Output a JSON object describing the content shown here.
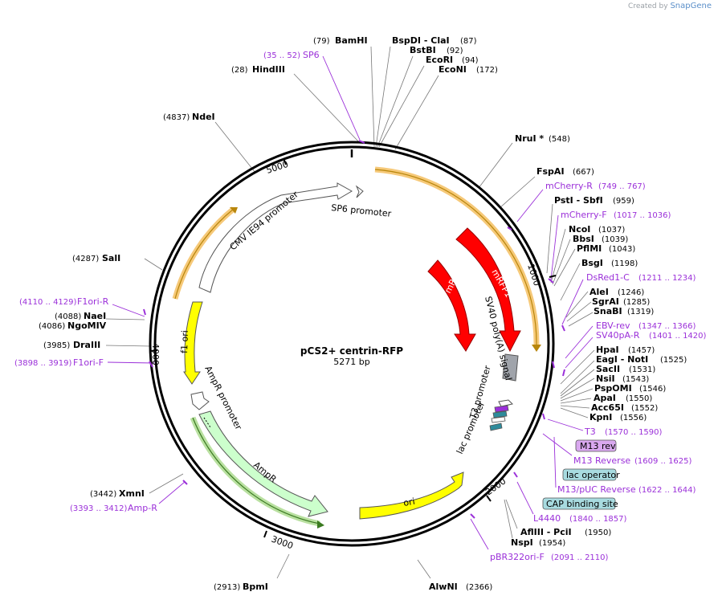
{
  "watermark": {
    "prefix": "Created by",
    "brand": "SnapGene"
  },
  "plasmid": {
    "name": "pCS2+ centrin-RFP",
    "length": "5271 bp"
  },
  "ticks": [
    "1000",
    "2000",
    "3000",
    "4000",
    "5000"
  ],
  "sites": [
    {
      "pos": "(79)",
      "name": "BamHI"
    },
    {
      "pos": "(87)",
      "name": "BspDI - ClaI"
    },
    {
      "pos": "(92)",
      "name": "BstBI"
    },
    {
      "pos": "(94)",
      "name": "EcoRI"
    },
    {
      "pos": "(172)",
      "name": "EcoNI"
    },
    {
      "pos": "(28)",
      "name": "HindIII"
    },
    {
      "pos": "(4837)",
      "name": "NdeI"
    },
    {
      "pos": "(548)",
      "name": "NruI *"
    },
    {
      "pos": "(667)",
      "name": "FspAI"
    },
    {
      "pos": "(959)",
      "name": "PstI - SbfI"
    },
    {
      "pos": "(1037)",
      "name": "NcoI"
    },
    {
      "pos": "(1039)",
      "name": "BbsI"
    },
    {
      "pos": "(1043)",
      "name": "PflMI"
    },
    {
      "pos": "(1198)",
      "name": "BsgI"
    },
    {
      "pos": "(1246)",
      "name": "AleI"
    },
    {
      "pos": "(1285)",
      "name": "SgrAI"
    },
    {
      "pos": "(1319)",
      "name": "SnaBI"
    },
    {
      "pos": "(1457)",
      "name": "HpaI"
    },
    {
      "pos": "(1525)",
      "name": "EagI - NotI"
    },
    {
      "pos": "(1531)",
      "name": "SacII"
    },
    {
      "pos": "(1543)",
      "name": "NsiI"
    },
    {
      "pos": "(1546)",
      "name": "PspOMI"
    },
    {
      "pos": "(1550)",
      "name": "ApaI"
    },
    {
      "pos": "(1552)",
      "name": "Acc65I"
    },
    {
      "pos": "(1556)",
      "name": "KpnI"
    },
    {
      "pos": "(4287)",
      "name": "SalI"
    },
    {
      "pos": "(4088)",
      "name": "NaeI"
    },
    {
      "pos": "(4086)",
      "name": "NgoMIV"
    },
    {
      "pos": "(3985)",
      "name": "DraIII"
    },
    {
      "pos": "(3442)",
      "name": "XmnI"
    },
    {
      "pos": "(2913)",
      "name": "BpmI"
    },
    {
      "pos": "(2366)",
      "name": "AlwNI"
    },
    {
      "pos": "(1950)",
      "name": "AflIII - PciI"
    },
    {
      "pos": "(1954)",
      "name": "NspI"
    }
  ],
  "primers": [
    {
      "range": "(35 .. 52)",
      "name": "SP6"
    },
    {
      "range": "(749 .. 767)",
      "name": "mCherry-R"
    },
    {
      "range": "(1017 .. 1036)",
      "name": "mCherry-F"
    },
    {
      "range": "(1211 .. 1234)",
      "name": "DsRed1-C"
    },
    {
      "range": "(1347 .. 1366)",
      "name": "EBV-rev"
    },
    {
      "range": "(1401 .. 1420)",
      "name": "SV40pA-R"
    },
    {
      "range": "(1570 .. 1590)",
      "name": "T3"
    },
    {
      "range": "(1609 .. 1625)",
      "name": "M13 Reverse"
    },
    {
      "range": "(1622 .. 1644)",
      "name": "M13/pUC Reverse"
    },
    {
      "range": "(1840 .. 1857)",
      "name": "L4440"
    },
    {
      "range": "(2091 .. 2110)",
      "name": "pBR322ori-F"
    },
    {
      "range": "(4110 .. 4129)",
      "name": "F1ori-R"
    },
    {
      "range": "(3898 .. 3919)",
      "name": "F1ori-F"
    },
    {
      "range": "(3393 .. 3412)",
      "name": "Amp-R"
    }
  ],
  "boxes": [
    {
      "name": "M13 rev",
      "color": "#d9a8ef"
    },
    {
      "name": "lac operator",
      "color": "#a8dbe0"
    },
    {
      "name": "CAP binding site",
      "color": "#a8dbe0"
    }
  ],
  "features": {
    "sp6_promoter": "SP6 promoter",
    "cmv_promoter": "CMV IE94 promoter",
    "mrfp1_outer": "mRFP1",
    "mrfp1_inner": "mRFP1",
    "sv40": "SV40 poly(A) signal",
    "t3_promoter": "T3 promoter",
    "lac_promoter": "lac promoter",
    "f1_ori": "f1 ori",
    "ampr_promoter": "AmpR promoter",
    "ampr": "AmpR",
    "ori": "ori"
  },
  "colors": {
    "mrfp1": "#ff0000",
    "yellow": "#ffff00",
    "ampr": "#ccffcc",
    "sv40": "#a0a4ab",
    "primer": "#9b30d9",
    "highlight": "#f6c979"
  }
}
